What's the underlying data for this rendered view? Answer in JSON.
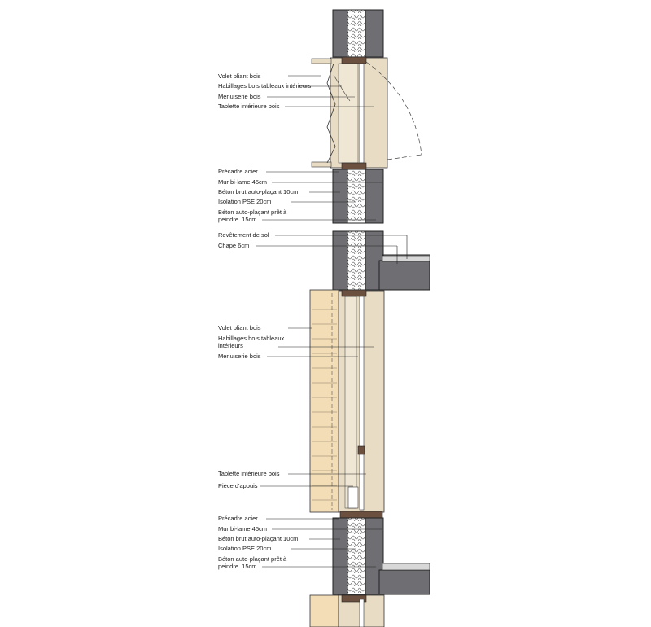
{
  "section_top": {
    "annotations": [
      {
        "text": "Volet pliant bois"
      },
      {
        "text": "Habillages bois tableaux intérieurs"
      },
      {
        "text": "Menuiserie bois"
      },
      {
        "text": "Tablette intérieure bois"
      },
      {
        "text": "Précadre acier"
      },
      {
        "text": "Mur bi-lame 45cm"
      },
      {
        "text": "Béton brut auto-plaçant 10cm"
      },
      {
        "text": "Isolation PSE 20cm"
      },
      {
        "text": "Béton auto-plaçant prêt à peindre. 15cm"
      },
      {
        "text": "Revêtement de sol"
      },
      {
        "text": "Chape 6cm"
      }
    ]
  },
  "section_bottom": {
    "annotations": [
      {
        "text": "Volet pliant bois"
      },
      {
        "text": "Habillages bois tableaux intérieurs"
      },
      {
        "text": "Menuiserie bois"
      },
      {
        "text": "Tablette intérieure bois"
      },
      {
        "text": "Pièce d'appuis"
      },
      {
        "text": "Précadre acier"
      },
      {
        "text": "Mur bi-lame 45cm"
      },
      {
        "text": "Béton brut auto-plaçant 10cm"
      },
      {
        "text": "Isolation PSE 20cm"
      },
      {
        "text": "Béton auto-plaçant prêt à peindre. 15cm"
      }
    ]
  },
  "colors": {
    "concrete": "#6f6f73",
    "insulation": "#ffffff",
    "wood_light": "#e9dcc4",
    "wood_panel": "#f2ddb7",
    "steel_frame": "#6b5040",
    "line": "#1a1a1a"
  }
}
